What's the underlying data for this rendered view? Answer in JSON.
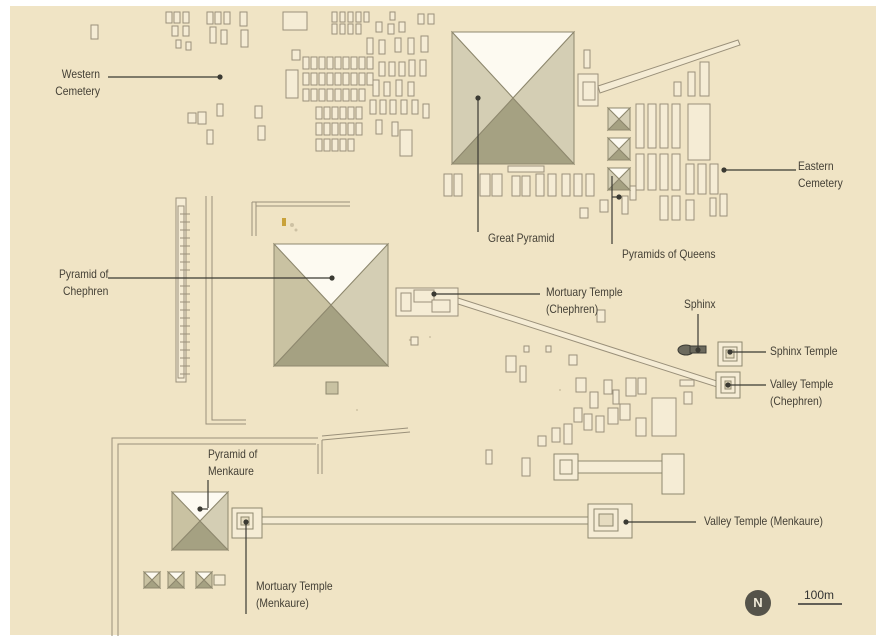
{
  "map": {
    "labels": {
      "western_cemetery": [
        "Western",
        "Cemetery"
      ],
      "eastern_cemetery": [
        "Eastern",
        "Cemetery"
      ],
      "great_pyramid": [
        "Great Pyramid"
      ],
      "pyramids_of_queens": [
        "Pyramids of Queens"
      ],
      "pyramid_of_chephren": [
        "Pyramid of",
        "Chephren"
      ],
      "mortuary_temple_chephren": [
        "Mortuary Temple",
        "(Chephren)"
      ],
      "sphinx": [
        "Sphinx"
      ],
      "sphinx_temple": [
        "Sphinx Temple"
      ],
      "valley_temple_chephren": [
        "Valley Temple",
        "(Chephren)"
      ],
      "pyramid_of_menkaure": [
        "Pyramid of",
        "Menkaure"
      ],
      "valley_temple_menkaure": [
        "Valley Temple (Menkaure)"
      ],
      "mortuary_temple_menkaure": [
        "Mortuary Temple",
        "(Menkaure)"
      ]
    },
    "north_arrow": "N",
    "scale_bar": "100m"
  },
  "colors": {
    "background": "#f0e4c5",
    "building_fill": "#f5ecd5",
    "building_stroke": "#9a907a",
    "pyramid_light": "#fdfaf1",
    "pyramid_mid": "#d4ceb4",
    "pyramid_dark": "#a5a182",
    "leader_line": "#3b3a33",
    "north_badge": "#55534a"
  }
}
